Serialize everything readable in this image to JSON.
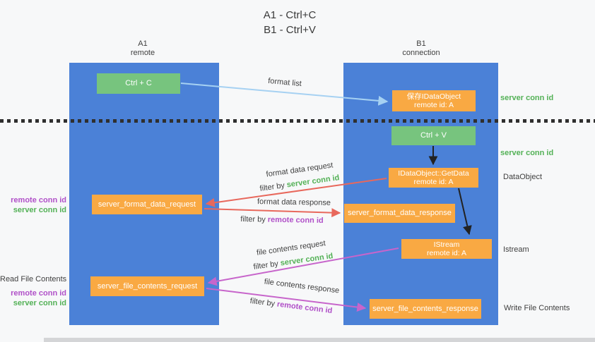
{
  "title": {
    "line1": "A1 - Ctrl+C",
    "line2": "B1 - Ctrl+V"
  },
  "columns": {
    "left": {
      "name": "A1",
      "role": "remote"
    },
    "right": {
      "name": "B1",
      "role": "connection"
    }
  },
  "nodes": {
    "ctrl_c": {
      "label": "Ctrl + C"
    },
    "save_idataobject": {
      "line1": "保存IDataObject",
      "line2": "remote id: A"
    },
    "ctrl_v": {
      "label": "Ctrl + V"
    },
    "getdata": {
      "line1": "IDataObject::GetData",
      "line2": "remote id: A"
    },
    "format_request": {
      "label": "server_format_data_request"
    },
    "format_response": {
      "label": "server_format_data_response"
    },
    "istream": {
      "line1": "IStream",
      "line2": "remote id: A"
    },
    "file_request": {
      "label": "server_file_contents_request"
    },
    "file_response": {
      "label": "server_file_contents_response"
    }
  },
  "side_labels": {
    "right_server_conn_top": "server conn id",
    "right_server_conn_mid": "server conn id",
    "right_dataobject": "DataObject",
    "right_istream": "Istream",
    "right_write_file": "Write File Contents",
    "left_remote_conn_1": "remote conn id",
    "left_server_conn_1": "server conn id",
    "left_read_file": "Read File Contents",
    "left_remote_conn_2": "remote conn id",
    "left_server_conn_2": "server conn id"
  },
  "arrow_labels": {
    "format_list": "format list",
    "format_data_request": "format data request",
    "format_data_request_filter_prefix": "filter by",
    "format_data_request_filter_value": "server conn id",
    "format_data_response": "format data response",
    "format_data_response_filter_prefix": "filter by",
    "format_data_response_filter_value": "remote conn id",
    "file_contents_request": "file contents request",
    "file_contents_request_filter_prefix": "filter by",
    "file_contents_request_filter_value": "server conn id",
    "file_contents_response": "file contents response",
    "file_contents_response_filter_prefix": "filter by",
    "file_contents_response_filter_value": "remote conn id"
  },
  "colors": {
    "lane_blue": "#4b81d7",
    "node_green": "#77c47e",
    "node_orange": "#f9a943",
    "text_green": "#53b156",
    "text_purple": "#b050c8",
    "arrow_blue": "#a6d1f2",
    "arrow_red": "#e8685c",
    "arrow_purple": "#c765cb",
    "arrow_black": "#222222"
  }
}
